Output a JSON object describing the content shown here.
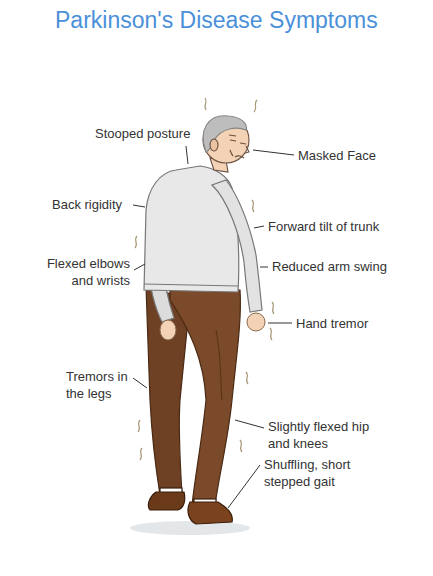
{
  "diagram": {
    "title": "Parkinson's Disease Symptoms",
    "labels": [
      "Stooped posture",
      "Masked Face",
      "Back rigidity",
      "Forward tilt of trunk",
      "Flexed elbows and wrists",
      "Reduced arm swing",
      "Hand tremor",
      "Tremors in the legs",
      "Slightly flexed hip and knees",
      "Shuffling, short stepped gait"
    ]
  }
}
